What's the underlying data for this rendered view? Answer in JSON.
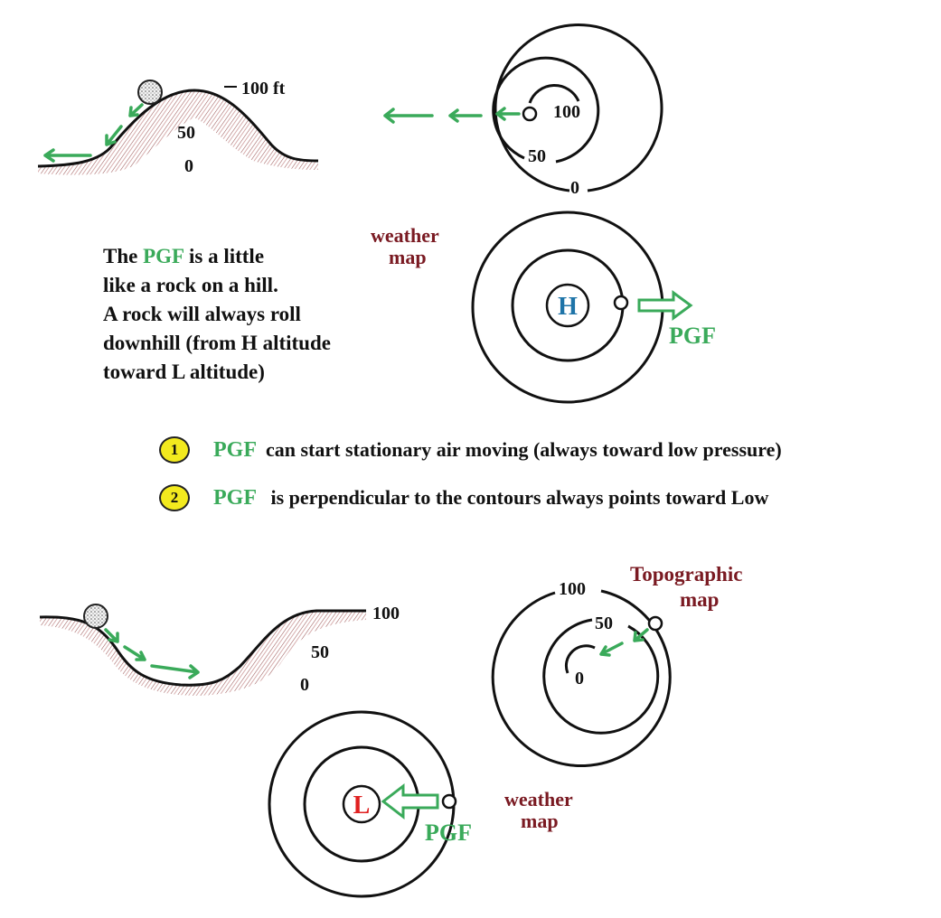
{
  "colors": {
    "green": "#3aaa5a",
    "maroon": "#7a1a22",
    "blue": "#1e74a8",
    "red": "#e02020",
    "badge_yellow": "#f3ea1e",
    "ground_hatch": "#8a3a3a"
  },
  "hill_diagram": {
    "label_top": "100 ft",
    "label_mid": "50",
    "label_base": "0"
  },
  "hill_map": {
    "contour_inner": "100",
    "contour_mid": "50",
    "contour_outer": "0"
  },
  "paragraph": {
    "line1_before": "The ",
    "line1_term": "PGF",
    "line1_after": " is a little",
    "line2": "like a rock on a hill.",
    "line3": "A rock will always roll",
    "line4": "downhill (from H altitude",
    "line5": "toward L altitude)"
  },
  "weather_map_high": {
    "caption_line1": "weather",
    "caption_line2": "map",
    "center_label": "H",
    "arrow_label": "PGF"
  },
  "statements": [
    {
      "number": "1",
      "term": "PGF",
      "text": "can start stationary air moving (always toward low pressure)"
    },
    {
      "number": "2",
      "term": "PGF",
      "text": " is perpendicular to the contours always points toward Low"
    }
  ],
  "valley_diagram": {
    "label_top": "100",
    "label_mid": "50",
    "label_base": "0"
  },
  "topo_map": {
    "caption_line1": "Topographic",
    "caption_line2": "map",
    "contour_outer": "100",
    "contour_mid": "50",
    "contour_inner": "0"
  },
  "weather_map_low": {
    "caption_line1": "weather",
    "caption_line2": "map",
    "center_label": "L",
    "arrow_label": "PGF"
  }
}
